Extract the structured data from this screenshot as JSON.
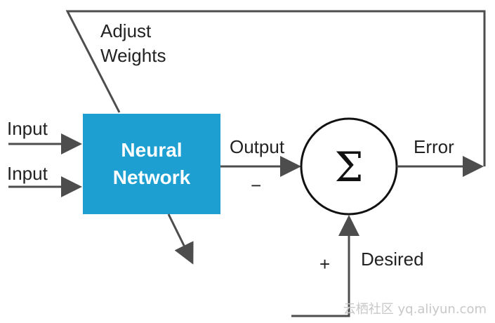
{
  "diagram": {
    "feedback_label_line1": "Adjust",
    "feedback_label_line2": "Weights",
    "input_label_1": "Input",
    "input_label_2": "Input",
    "network_label_line1": "Neural",
    "network_label_line2": "Network",
    "output_label": "Output",
    "minus_sign": "−",
    "summation_symbol": "Σ",
    "error_label": "Error",
    "plus_sign": "+",
    "desired_label": "Desired",
    "watermark": "云栖社区 yq.aliyun.com"
  },
  "colors": {
    "network_box": "#1d9fd2",
    "lines": "#4d4d4d",
    "text": "#222222"
  }
}
